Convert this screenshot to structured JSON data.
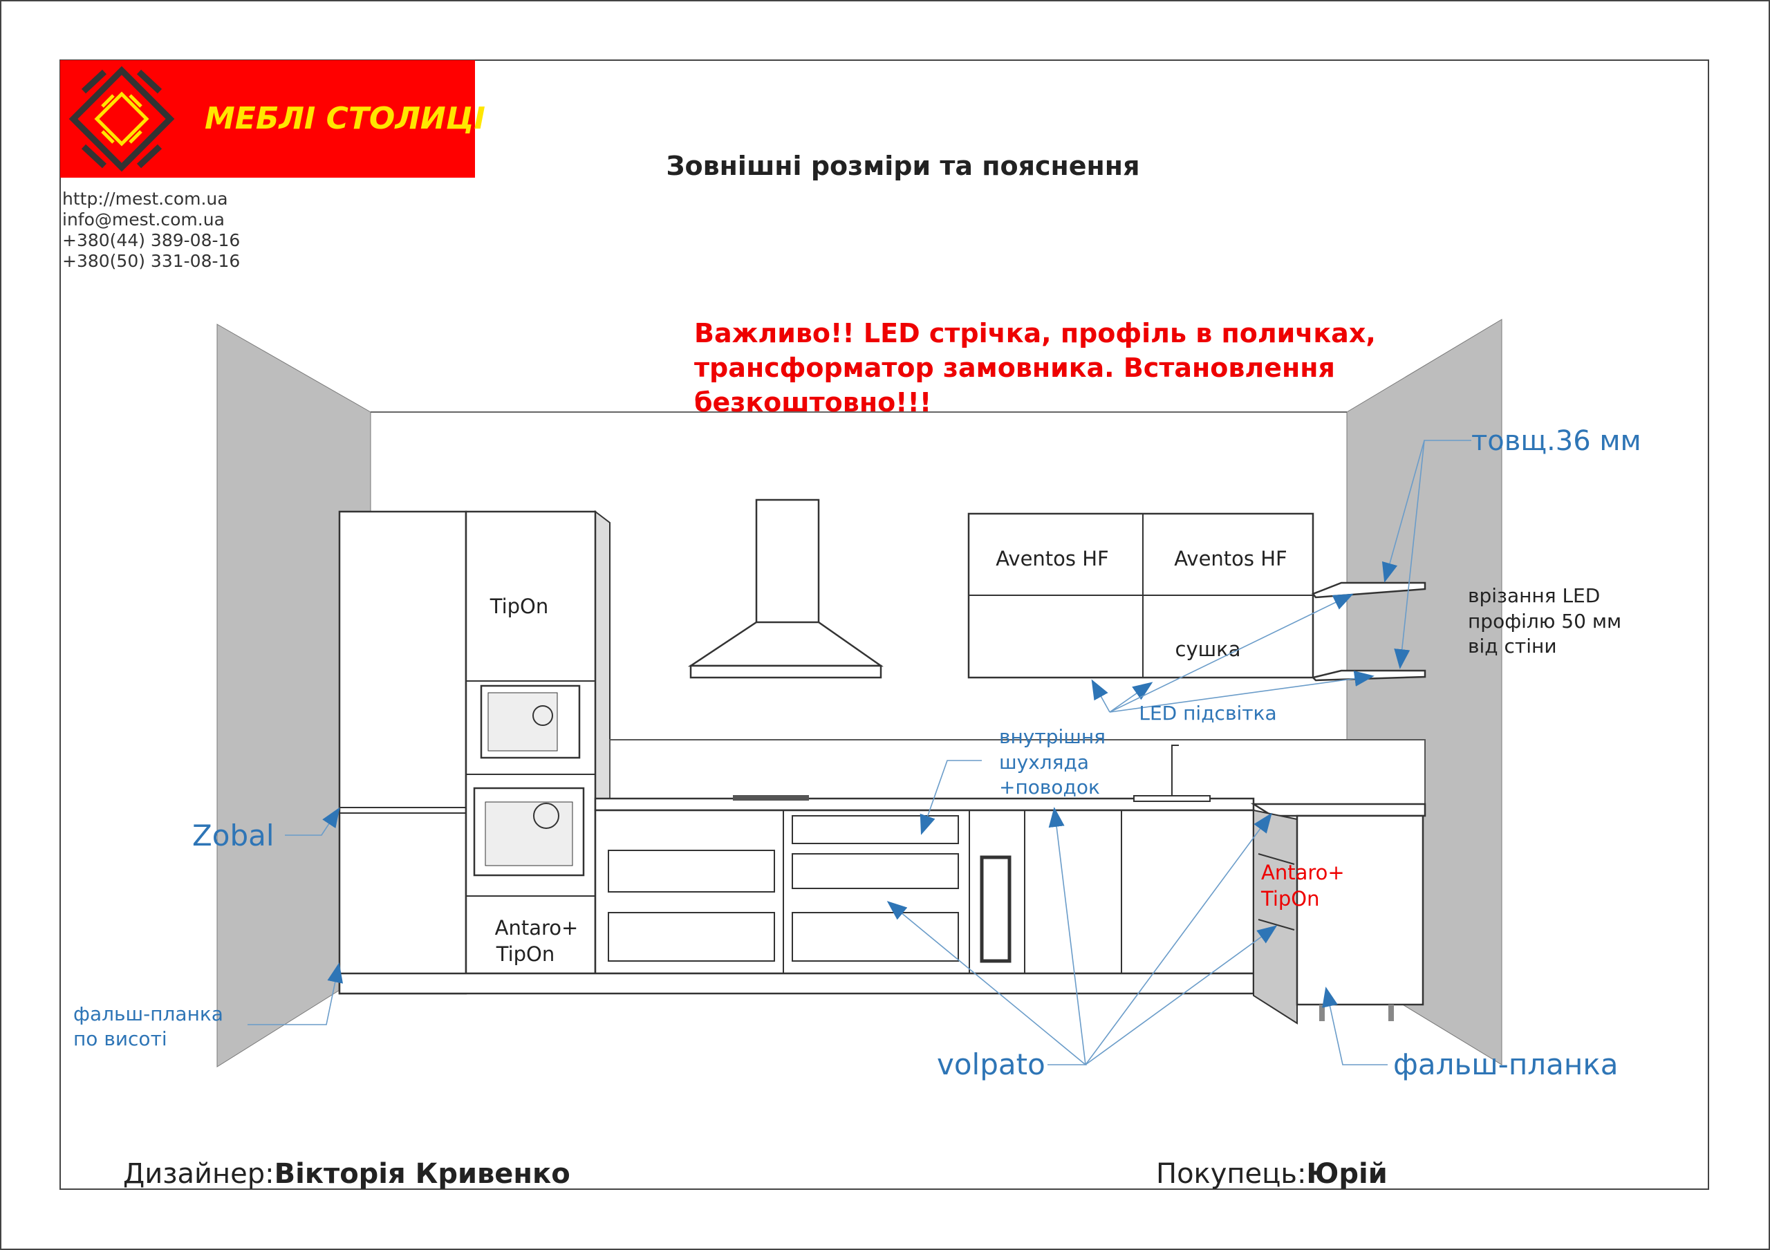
{
  "brand": {
    "name": "МЕБЛІ СТОЛИЦІ",
    "colors": {
      "bg": "#ff0000",
      "text": "#ffe600",
      "mark": "#333333"
    }
  },
  "contacts": [
    "http://mest.com.ua",
    "info@mest.com.ua",
    "+380(44)   389-08-16",
    "+380(50)   331-08-16"
  ],
  "title": "Зовнішні розміри та пояснення",
  "notice": [
    "Важливо!! LED стрічка, профіль в поличках,",
    "трансформатор замовника. Встановлення",
    "безкоштовно!!!"
  ],
  "cabinet_labels": {
    "tipon": "TipOn",
    "antaro_tipon": [
      "Antaro+",
      "TipOn"
    ],
    "aventos_left": "Aventos HF",
    "aventos_right": "Aventos HF",
    "dryer": "сушка"
  },
  "annotations": {
    "thickness": "товщ.36 мм",
    "led_profile": [
      "врізання LED",
      "профілю 50 мм",
      "від стіни"
    ],
    "led_light": "LED підсвітка",
    "inner_drawer": [
      "внутрішня",
      "шухляда",
      "+поводок"
    ],
    "zobal": "Zobal",
    "false_panel_height": [
      "фальш-планка",
      "по висоті"
    ],
    "volpato": "volpato",
    "false_panel": "фальш-планка",
    "corner_antaro": [
      "Antaro+",
      "TipOn"
    ]
  },
  "footer": {
    "designer_label": "Дизайнер:",
    "designer_name": "Вікторія Кривенко",
    "customer_label": "Покупець:",
    "customer_name": "Юрій"
  },
  "colors": {
    "annotation": "#2e75b6",
    "warning": "#ee0000",
    "wall": "#bdbdbd"
  }
}
